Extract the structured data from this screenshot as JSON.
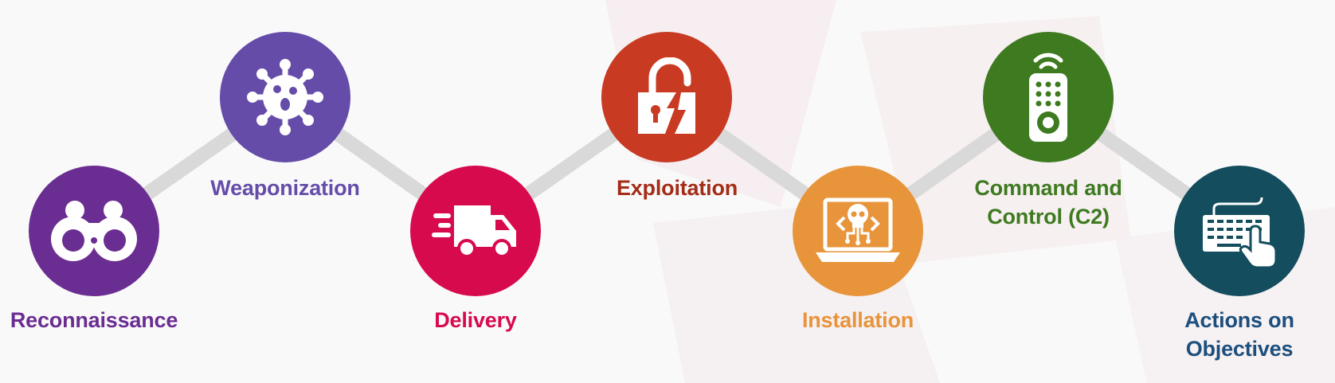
{
  "stages": [
    {
      "label": "Reconnaissance",
      "color": "#6a2d91",
      "icon": "binoculars-icon"
    },
    {
      "label": "Weaponization",
      "color": "#654ca9",
      "icon": "virus-icon"
    },
    {
      "label": "Delivery",
      "color": "#d70a4d",
      "icon": "delivery-truck-icon"
    },
    {
      "label": "Exploitation",
      "color": "#c83a22",
      "label_color": "#a32d17",
      "icon": "broken-padlock-icon"
    },
    {
      "label": "Installation",
      "color": "#e8943a",
      "icon": "laptop-skull-icon"
    },
    {
      "label": "Command and Control (C2)",
      "label_lines": [
        "Command and",
        "Control (C2)"
      ],
      "color": "#3e7a20",
      "icon": "remote-control-icon"
    },
    {
      "label": "Actions on Objectives",
      "label_lines": [
        "Actions on",
        "Objectives"
      ],
      "color": "#134d5e",
      "label_color": "#1c4f7d",
      "icon": "keyboard-hand-icon"
    }
  ]
}
